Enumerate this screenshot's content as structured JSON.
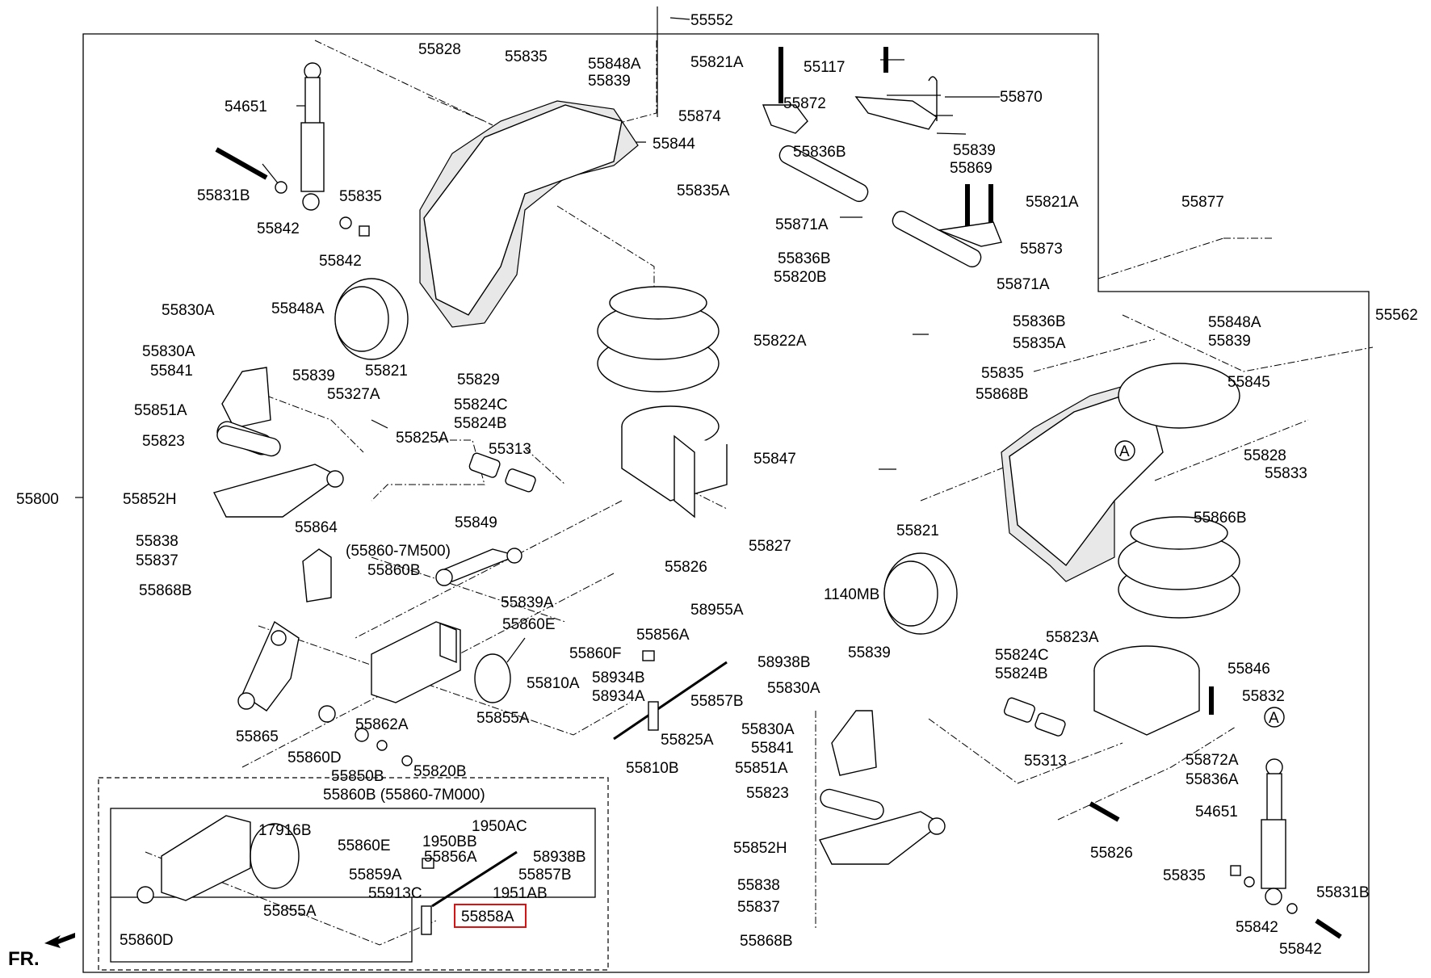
{
  "diagram": {
    "direction_label": "FR.",
    "callout_letter": "A",
    "highlighted_part": "55858A",
    "highlight_color": "#e01010",
    "labels": {
      "p55552": "55552",
      "p55828a": "55828",
      "p55835a": "55835",
      "p55848A_a": "55848A",
      "p55839_a": "55839",
      "p54651_a": "54651",
      "p55844": "55844",
      "p55831B_a": "55831B",
      "p55842_a": "55842",
      "p55835_b": "55835",
      "p55842_b": "55842",
      "p55830A_a": "55830A",
      "p55848A_b": "55848A",
      "p55830A_b": "55830A",
      "p55841_a": "55841",
      "p55839_b": "55839",
      "p55821_a": "55821",
      "p55829": "55829",
      "p55851A_a": "55851A",
      "p55327A": "55327A",
      "p55823_a": "55823",
      "p55825A_a": "55825A",
      "p55824C_a": "55824C",
      "p55824B_a": "55824B",
      "p55313_a": "55313",
      "p55800": "55800",
      "p55852H_a": "55852H",
      "p55838_a": "55838",
      "p55837_a": "55837",
      "p55868B_a": "55868B",
      "p55864": "55864",
      "p55860_7M500": "(55860-7M500)",
      "p55860B_a": "55860B",
      "p55849": "55849",
      "p55839A": "55839A",
      "p55860E_a": "55860E",
      "p55810A": "55810A",
      "p55865": "55865",
      "p55862A": "55862A",
      "p55860D_a": "55860D",
      "p55850B": "55850B",
      "p55820B_a": "55820B",
      "p55855A_a": "55855A",
      "p55821A_a": "55821A",
      "p55117": "55117",
      "p55870": "55870",
      "p55874": "55874",
      "p55872": "55872",
      "p55836B_a": "55836B",
      "p55839_c": "55839",
      "p55869": "55869",
      "p55835A_a": "55835A",
      "p55871A_a": "55871A",
      "p55821A_b": "55821A",
      "p55873": "55873",
      "p55836B_b": "55836B",
      "p55820B_b": "55820B",
      "p55871A_b": "55871A",
      "p55836B_c": "55836B",
      "p55835A_b": "55835A",
      "p55822A": "55822A",
      "p55847": "55847",
      "p55827": "55827",
      "p55826_a": "55826",
      "p55877": "55877",
      "p55562": "55562",
      "p55848A_c": "55848A",
      "p55839_d": "55839",
      "p55835_c": "55835",
      "p55845": "55845",
      "p55868B_b": "55868B",
      "p55828_b": "55828",
      "p55833": "55833",
      "p55866B": "55866B",
      "p55821_b": "55821",
      "p1140MB": "1140MB",
      "p55839_e": "55839",
      "p55823A": "55823A",
      "p58955A": "58955A",
      "p55856A_a": "55856A",
      "p55860F": "55860F",
      "p58938B_a": "58938B",
      "p58934B": "58934B",
      "p58934A": "58934A",
      "p55857B_a": "55857B",
      "p55825A_b": "55825A",
      "p55810B": "55810B",
      "p55824C_b": "55824C",
      "p55824B_b": "55824B",
      "p55846": "55846",
      "p55832": "55832",
      "p55830A_c": "55830A",
      "p55830A_d": "55830A",
      "p55841_b": "55841",
      "p55851A_b": "55851A",
      "p55823_b": "55823",
      "p55313_b": "55313",
      "p55872A": "55872A",
      "p55836A": "55836A",
      "p54651_b": "54651",
      "p55852H_b": "55852H",
      "p55826_b": "55826",
      "p55838_b": "55838",
      "p55837_b": "55837",
      "p55868B_c": "55868B",
      "p55835_d": "55835",
      "p55842_c": "55842",
      "p55831B_b": "55831B",
      "p55842_d": "55842",
      "p55860B_b": "55860B (55860-7M000)",
      "p17916B": "17916B",
      "p55860E_b": "55860E",
      "p1950AC": "1950AC",
      "p1950BB": "1950BB",
      "p55856A_b": "55856A",
      "p58938B_b": "58938B",
      "p55859A": "55859A",
      "p55857B_b": "55857B",
      "p55913C": "55913C",
      "p1951AB": "1951AB",
      "p55855A_b": "55855A",
      "p55858A": "55858A",
      "p55860D_b": "55860D"
    }
  }
}
